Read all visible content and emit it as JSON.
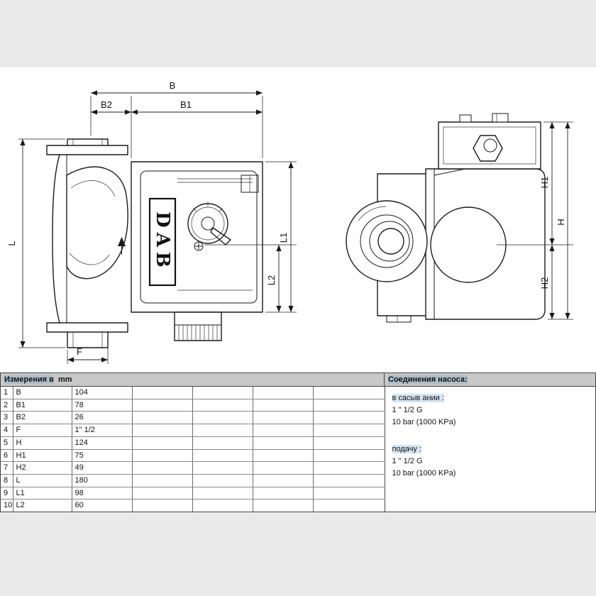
{
  "drawing": {
    "logo": "DAB",
    "labels": {
      "B": "B",
      "B1": "B1",
      "B2": "B2",
      "F": "F",
      "L": "L",
      "L1": "L1",
      "L2": "L2",
      "H": "H",
      "H1": "H1",
      "H2": "H2"
    }
  },
  "table": {
    "header_left_hl": "Измерения в",
    "header_left_tail": "  mm",
    "header_right": "Соединения насоса:",
    "rows": [
      {
        "n": "1",
        "dim": "B",
        "val": "104"
      },
      {
        "n": "2",
        "dim": "B1",
        "val": "78"
      },
      {
        "n": "3",
        "dim": "B2",
        "val": "26"
      },
      {
        "n": "4",
        "dim": "F",
        "val": "1\" 1/2"
      },
      {
        "n": "5",
        "dim": "H",
        "val": "124"
      },
      {
        "n": "6",
        "dim": "H1",
        "val": "75"
      },
      {
        "n": "7",
        "dim": "H2",
        "val": "49"
      },
      {
        "n": "8",
        "dim": "L",
        "val": "180"
      },
      {
        "n": "9",
        "dim": "L1",
        "val": "98"
      },
      {
        "n": "10",
        "dim": "L2",
        "val": "60"
      }
    ],
    "connections": {
      "suction_label": "в сасыв ании :",
      "suction_thread": "1 \" 1/2 G",
      "suction_pressure": "10 bar (1000 KPa)",
      "delivery_label": "подачу :",
      "delivery_thread": "1 \" 1/2 G",
      "delivery_pressure": "10 bar (1000 KPa)"
    }
  }
}
